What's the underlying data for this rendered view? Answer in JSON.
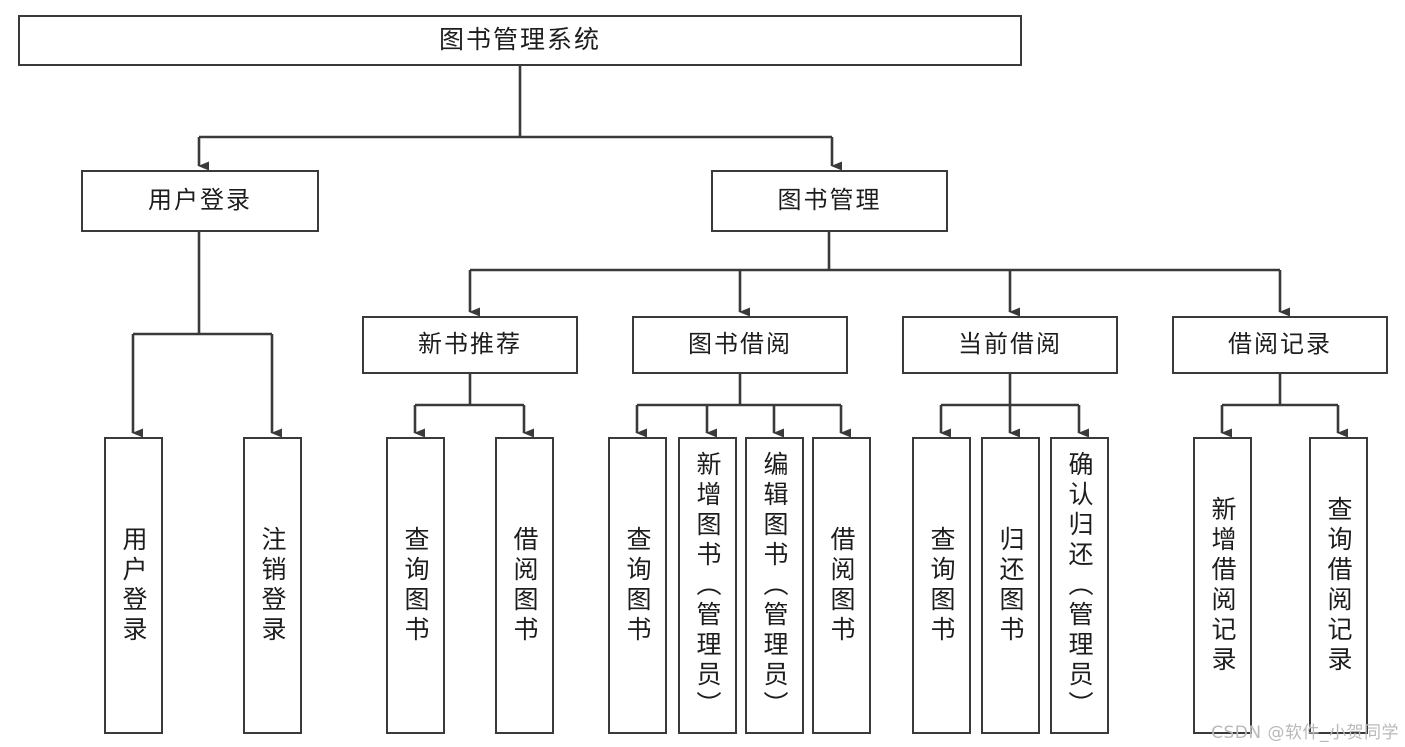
{
  "diagram": {
    "type": "tree",
    "title": "图书管理系统",
    "watermark": "CSDN @软件_小贺同学",
    "colors": {
      "stroke": "#3a3a3a",
      "fill": "#ffffff",
      "text": "#1d1d1d",
      "watermark": "#b9b9b9"
    },
    "nodes": {
      "root": {
        "label": "图书管理系统"
      },
      "level2": [
        {
          "label": "用户登录"
        },
        {
          "label": "图书管理"
        }
      ],
      "level3": [
        {
          "label": "新书推荐"
        },
        {
          "label": "图书借阅"
        },
        {
          "label": "当前借阅"
        },
        {
          "label": "借阅记录"
        }
      ],
      "leaves": {
        "user_login": [
          {
            "label": "用户登录"
          },
          {
            "label": "注销登录"
          }
        ],
        "new_book": [
          {
            "label": "查询图书"
          },
          {
            "label": "借阅图书"
          }
        ],
        "book_borrow": [
          {
            "label": "查询图书"
          },
          {
            "label": "新增图书（管理员）"
          },
          {
            "label": "编辑图书（管理员）"
          },
          {
            "label": "借阅图书"
          }
        ],
        "current_borrow": [
          {
            "label": "查询图书"
          },
          {
            "label": "归还图书"
          },
          {
            "label": "确认归还（管理员）"
          }
        ],
        "borrow_record": [
          {
            "label": "新增借阅记录"
          },
          {
            "label": "查询借阅记录"
          }
        ]
      }
    }
  }
}
